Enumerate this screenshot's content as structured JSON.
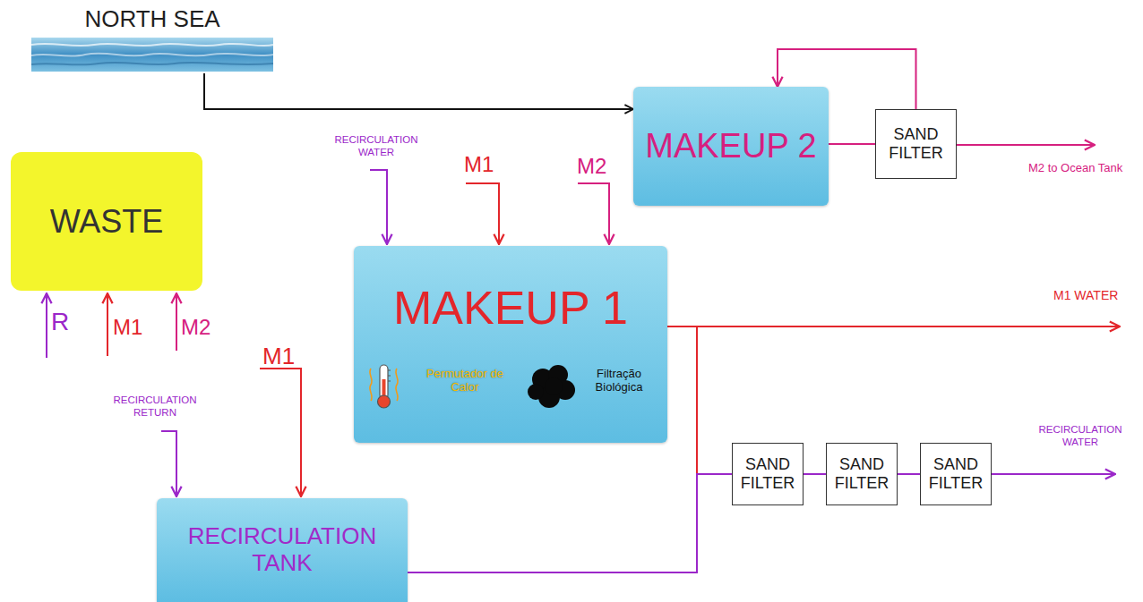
{
  "diagram": {
    "nodes": [
      {
        "text": [
          "NORTH SEA"
        ]
      },
      {
        "text": [
          "MAKEUP 2"
        ]
      },
      {
        "text": [
          "SAND FILTER"
        ]
      },
      {
        "text": [
          "WASTE"
        ]
      },
      {
        "text": [
          "MAKEUP 1",
          "Permutador de Calor",
          "Filtração Biológica"
        ]
      },
      {
        "text": [
          "SAND FILTER"
        ]
      },
      {
        "text": [
          "SAND FILTER"
        ]
      },
      {
        "text": [
          "SAND FILTER"
        ]
      },
      {
        "text": [
          "RECIRCULATION TANK"
        ]
      }
    ],
    "edges": [
      {
        "from": 0,
        "to": 1,
        "arrow": "to"
      },
      {
        "from": 1,
        "to": 2,
        "arrow": "none"
      },
      {
        "from": 2,
        "to": 1,
        "arrow": "to"
      },
      {
        "from": 4,
        "to": 5,
        "arrow": "none"
      },
      {
        "from": 8,
        "to": 5,
        "arrow": "none"
      },
      {
        "from": 5,
        "to": 6,
        "arrow": "none"
      },
      {
        "from": 6,
        "to": 7,
        "arrow": "none"
      }
    ],
    "labels": [
      "RECIRCULATION WATER",
      "M1",
      "M2",
      "M2 to Ocean Tank",
      "R",
      "M1",
      "M2",
      "M1 WATER",
      "RECIRCULATION RETURN",
      "M1",
      "RECIRCULATION WATER"
    ]
  }
}
